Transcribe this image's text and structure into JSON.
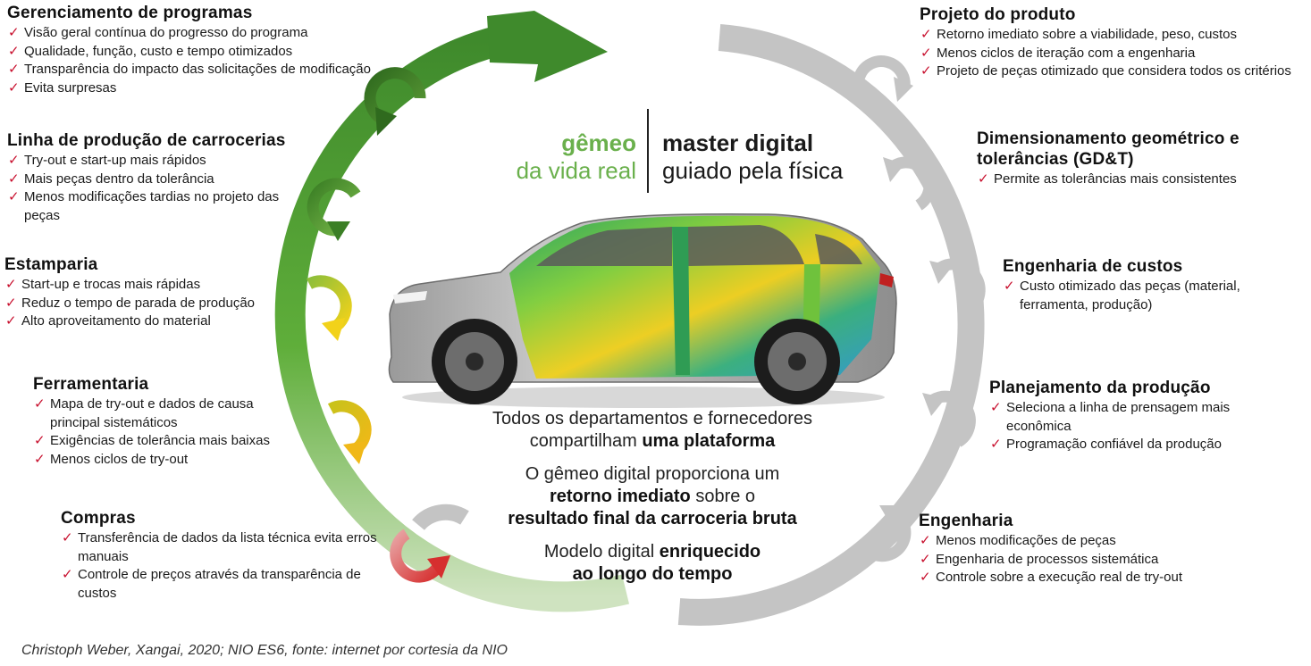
{
  "center": {
    "gemeo_line1": "gêmeo",
    "gemeo_line2": "da vida real",
    "master_line1": "master digital",
    "master_line2": "guiado pela física",
    "para1": {
      "a": "Todos os departamentos e fornecedores",
      "b": "compartilham ",
      "c": "uma plataforma"
    },
    "para2": {
      "a": "O gêmeo digital proporciona um",
      "b": "retorno imediato",
      "c": " sobre o",
      "d": "resultado final da carroceria bruta"
    },
    "para3": {
      "a": "Modelo digital ",
      "b": "enriquecido",
      "c": "ao longo do tempo"
    }
  },
  "left_blocks": [
    {
      "title": "Gerenciamento de programas",
      "items": [
        "Visão geral contínua do progresso do programa",
        "Qualidade, função, custo e tempo otimizados",
        "Transparência do impacto das solicitações de modificação",
        "Evita surpresas"
      ]
    },
    {
      "title": "Linha de produção de carrocerias",
      "items": [
        "Try-out e start-up mais rápidos",
        "Mais peças dentro da tolerância",
        "Menos modificações tardias no projeto das peças"
      ]
    },
    {
      "title": "Estamparia",
      "items": [
        "Start-up e trocas mais rápidas",
        "Reduz o tempo de parada de produção",
        "Alto aproveitamento do material"
      ]
    },
    {
      "title": "Ferramentaria",
      "items": [
        "Mapa de try-out e dados de causa principal sistemáticos",
        "Exigências de tolerância mais baixas",
        "Menos ciclos de try-out"
      ]
    },
    {
      "title": "Compras",
      "items": [
        "Transferência de dados da lista técnica evita erros manuais",
        "Controle de preços através da transparência de custos"
      ]
    }
  ],
  "right_blocks": [
    {
      "title": "Projeto do produto",
      "items": [
        "Retorno imediato sobre a viabilidade, peso, custos",
        "Menos ciclos de iteração com a engenharia",
        "Projeto de peças otimizado que considera todos os critérios"
      ]
    },
    {
      "title": "Dimensionamento geométrico e tolerâncias (GD&T)",
      "items": [
        "Permite as tolerâncias mais consistentes"
      ]
    },
    {
      "title": "Engenharia de custos",
      "items": [
        "Custo otimizado das peças (material, ferramenta, produção)"
      ]
    },
    {
      "title": "Planejamento da produção",
      "items": [
        "Seleciona a linha de prensagem mais econômica",
        "Programação confiável da produção"
      ]
    },
    {
      "title": "Engenharia",
      "items": [
        "Menos modificações de peças",
        "Engenharia de processos sistemática",
        "Controle sobre a execução real de try-out"
      ]
    }
  ],
  "caption": "Christoph Weber, Xangai, 2020; NIO ES6, fonte: internet por cortesia da NIO",
  "colors": {
    "green_dark": "#3f7a26",
    "green": "#6ab04c",
    "yellow": "#e8c31a",
    "red": "#d93636",
    "gray_ring": "#c4c4c4",
    "check": "#c8102e"
  }
}
